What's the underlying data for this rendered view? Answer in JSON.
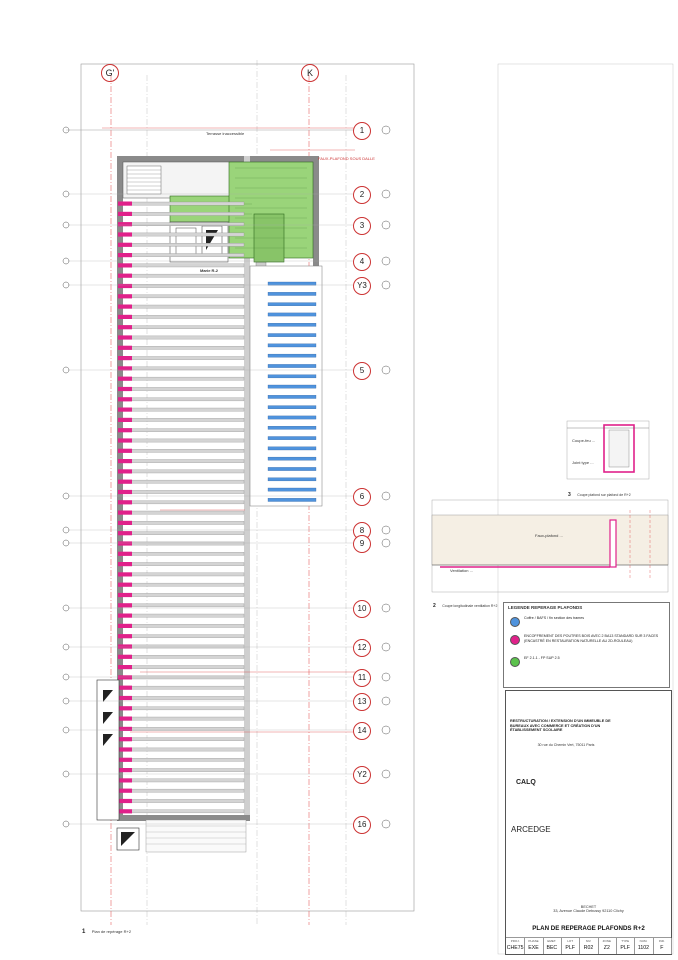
{
  "grid_top": [
    "G'",
    "K"
  ],
  "grid_rows": [
    "1",
    "2",
    "3",
    "4",
    "Y3",
    "5",
    "6",
    "8",
    "9",
    "10",
    "12",
    "11",
    "13",
    "14",
    "Y2",
    "16"
  ],
  "plan_label": "Terrasse inaccessible",
  "labels": {
    "hatch_note": "FAUX-PLAFOND SOUS DALLE",
    "row_label": "Ventilation",
    "ref_marker": "Marie R-2"
  },
  "section_small": {
    "title": "Coupe plafond sur plafond de R+2",
    "num": "3",
    "ann1": "Coupe-feu ...",
    "ann2": "Joint type ..."
  },
  "section_long": {
    "title": "Coupe longitudinale ventilation R+2",
    "num": "2",
    "ann1": "Faux-plafond ...",
    "ann2": "Ventilation ..."
  },
  "plan_caption": {
    "num": "1",
    "title": "Plan de repérage R+2"
  },
  "legend": {
    "title": "LEGENDE REPERAGE PLAFONDS",
    "items": [
      {
        "color": "#4f93dd",
        "text": "Coffre / BAFS / fin section des trames"
      },
      {
        "color": "#e0218a",
        "text": "ENCOFFREMENT DES POUTRES BOIS AVEC 2 BA13 STANDARD SUR 3 FACES (ENCASTRÉ EN RESTAURATION NATURELLE AU 2D-ROULEAU)"
      },
      {
        "color": "#5cc24d",
        "text": "EF 2.1.1 - FP SUP 2.5"
      }
    ]
  },
  "titleblock": {
    "project": "RESTRUCTURATION / EXTENSION D'UN IMMEUBLE DE BUREAUX AVEC COMMERCE ET CRÉATION D'UN ÉTABLISSEMENT SCOLAIRE",
    "address": "30 rue du Chemin Vert, 75011 Paris",
    "logos": [
      "CALQ",
      "ARCEDGE"
    ],
    "bottom_client": "BECHET\n33, Avenue Claude Debussy 92110 Clichy",
    "drawing_title": "PLAN DE REPERAGE PLAFONDS R+2",
    "codes": [
      {
        "head": "PROJ.",
        "value": "CHE75"
      },
      {
        "head": "PHASE",
        "value": "EXE"
      },
      {
        "head": "EMET.",
        "value": "BEC"
      },
      {
        "head": "LOT",
        "value": "PLF"
      },
      {
        "head": "NIV.",
        "value": "R02"
      },
      {
        "head": "ZONE",
        "value": "Z2"
      },
      {
        "head": "TYPE",
        "value": "PLF"
      },
      {
        "head": "NUM.",
        "value": "1102"
      },
      {
        "head": "IND.",
        "value": "F"
      }
    ]
  }
}
